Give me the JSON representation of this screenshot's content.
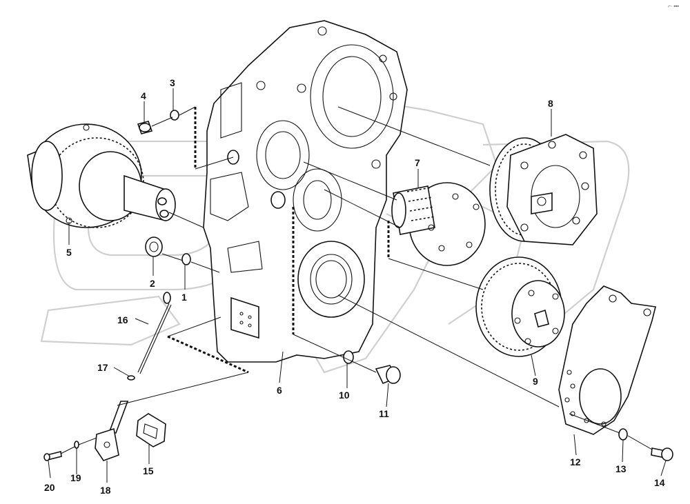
{
  "diagram": {
    "corner_mark": "⌐· ▪▪▪",
    "parts": [
      {
        "id": "p1",
        "label": "1"
      },
      {
        "id": "p2",
        "label": "2"
      },
      {
        "id": "p3",
        "label": "3"
      },
      {
        "id": "p4",
        "label": "4"
      },
      {
        "id": "p5",
        "label": "5"
      },
      {
        "id": "p6",
        "label": "6"
      },
      {
        "id": "p7",
        "label": "7"
      },
      {
        "id": "p8",
        "label": "8"
      },
      {
        "id": "p9",
        "label": "9"
      },
      {
        "id": "p10",
        "label": "10"
      },
      {
        "id": "p11",
        "label": "11"
      },
      {
        "id": "p12",
        "label": "12"
      },
      {
        "id": "p13",
        "label": "13"
      },
      {
        "id": "p14",
        "label": "14"
      },
      {
        "id": "p15",
        "label": "15"
      },
      {
        "id": "p16",
        "label": "16"
      },
      {
        "id": "p17",
        "label": "17"
      },
      {
        "id": "p18",
        "label": "18"
      },
      {
        "id": "p19",
        "label": "19"
      },
      {
        "id": "p20",
        "label": "20"
      }
    ]
  }
}
